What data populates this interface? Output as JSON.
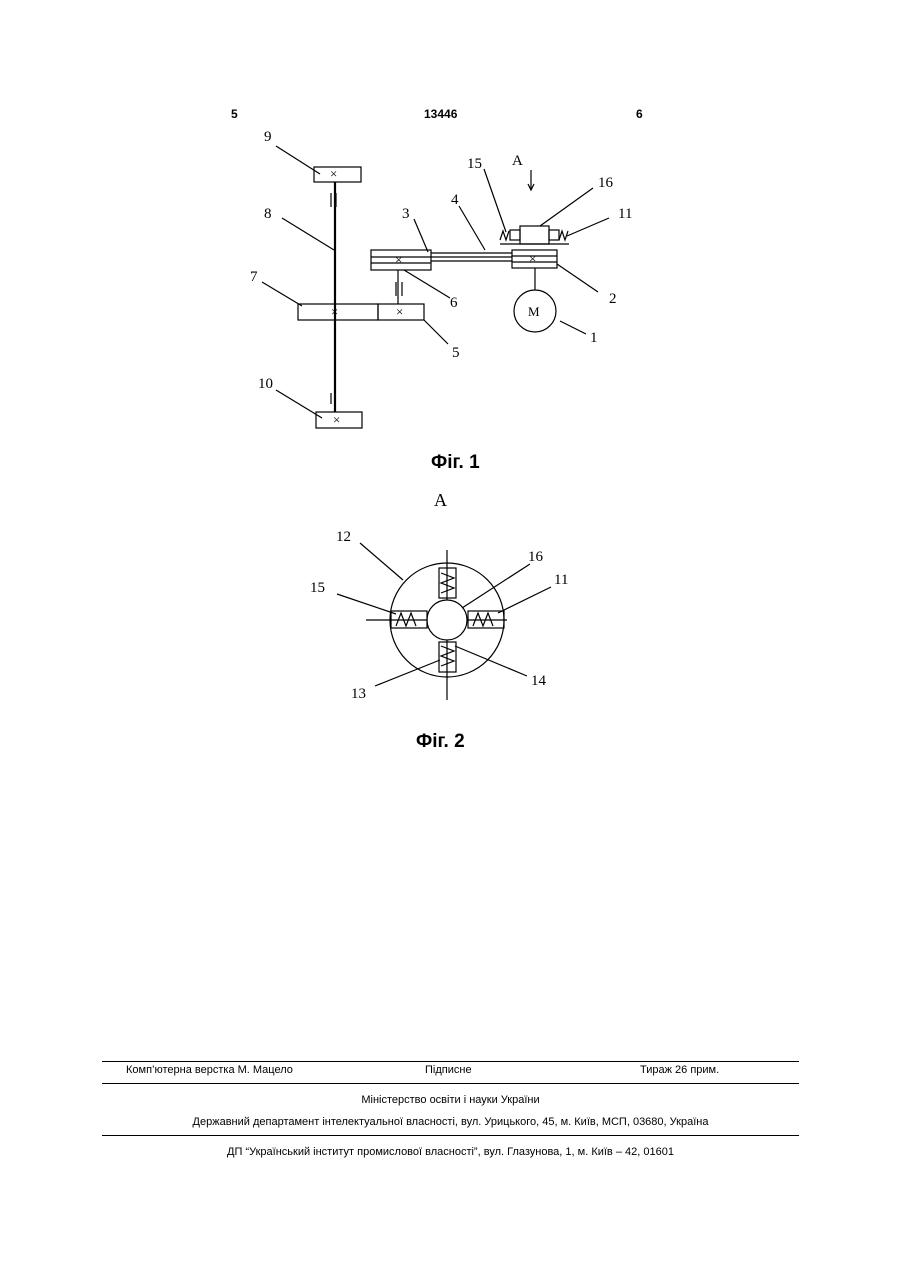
{
  "header": {
    "page_left": "5",
    "patent_number": "13446",
    "page_right": "6"
  },
  "figure1": {
    "caption": "Фіг. 1",
    "view_label": "А",
    "motor_label": "М",
    "labels": [
      "1",
      "2",
      "3",
      "4",
      "5",
      "6",
      "7",
      "8",
      "9",
      "10",
      "11",
      "15",
      "16"
    ]
  },
  "figure2": {
    "caption": "Фіг. 2",
    "view_title": "А",
    "labels": [
      "11",
      "12",
      "13",
      "14",
      "15",
      "16"
    ]
  },
  "footer": {
    "composer": "Комп’ютерна верстка М. Мацело",
    "signed": "Підписне",
    "circulation": "Тираж 26 прим.",
    "ministry": "Міністерство освіти і науки України",
    "department": "Державний департамент інтелектуальної власності, вул. Урицького, 45, м. Київ, МСП, 03680, Україна",
    "institute": "ДП “Український інститут промислової власності”, вул. Глазунова, 1, м. Київ – 42, 01601"
  }
}
